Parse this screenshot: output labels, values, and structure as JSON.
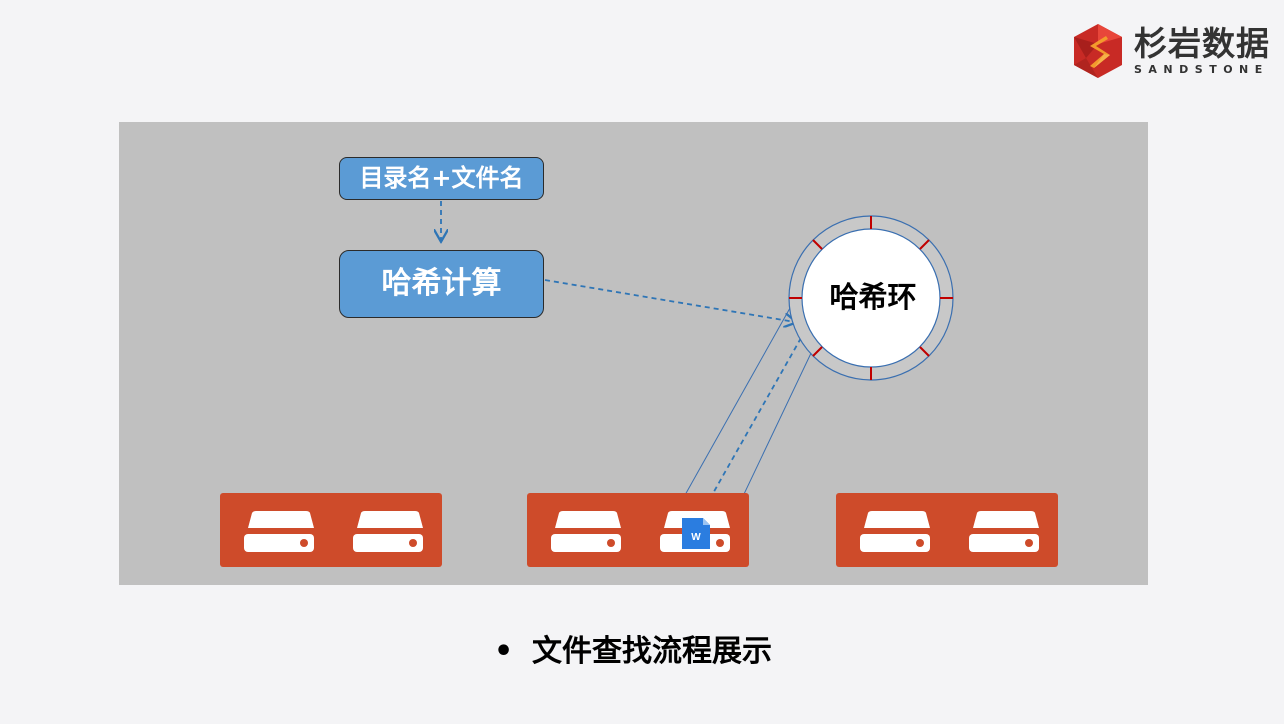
{
  "logo": {
    "name": "杉岩数据",
    "subtitle": "SANDSTONE",
    "icon": "sandstone-logo-icon",
    "colors": {
      "primary": "#d6322b",
      "accent": "#f39a2c"
    }
  },
  "diagram": {
    "input_label": "目录名+文件名",
    "hash_label": "哈希计算",
    "ring_label": "哈希环",
    "file_icon": "word-file-icon",
    "file_icon_letter": "W",
    "server_groups": [
      {
        "id": "server-group-1",
        "disks": 2
      },
      {
        "id": "server-group-2",
        "disks": 2,
        "has_file": true
      },
      {
        "id": "server-group-3",
        "disks": 2
      }
    ],
    "colors": {
      "panel": "#c0c0c0",
      "box_fill": "#5b9bd5",
      "server_fill": "#ce4b2a",
      "arrow": "#2e75b6",
      "ring_ticks": "#c00000"
    }
  },
  "caption": {
    "bullet": "•",
    "text": "文件查找流程展示"
  }
}
